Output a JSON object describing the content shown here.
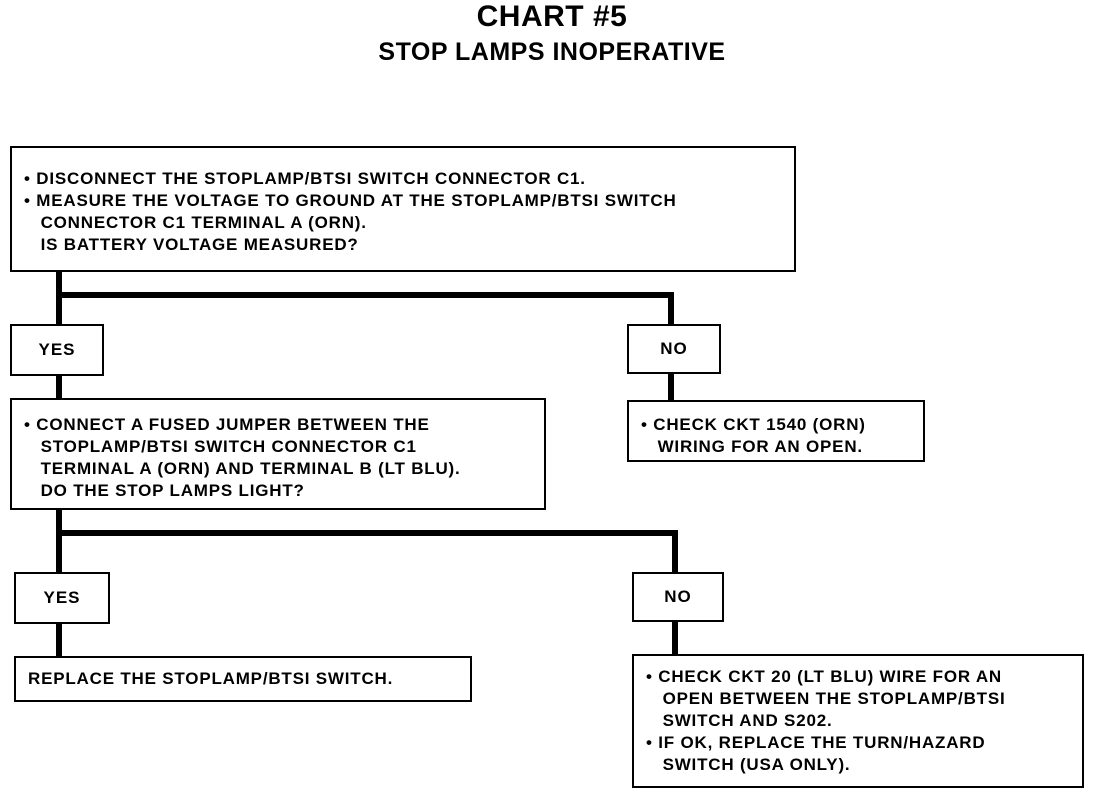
{
  "title": "CHART #5",
  "subtitle": "STOP LAMPS INOPERATIVE",
  "step1": {
    "lines": [
      "• DISCONNECT THE STOPLAMP/BTSI SWITCH CONNECTOR C1.",
      "• MEASURE THE VOLTAGE TO GROUND AT THE STOPLAMP/BTSI SWITCH",
      "   CONNECTOR C1 TERMINAL A (ORN).",
      "   IS BATTERY VOLTAGE MEASURED?"
    ]
  },
  "branch1": {
    "yes": "YES",
    "no": "NO"
  },
  "step2": {
    "lines": [
      "• CONNECT A FUSED JUMPER BETWEEN THE",
      "   STOPLAMP/BTSI SWITCH CONNECTOR C1",
      "   TERMINAL A (ORN) AND TERMINAL B (LT BLU).",
      "   DO THE STOP LAMPS LIGHT?"
    ]
  },
  "no1_action": {
    "lines": [
      "• CHECK CKT 1540 (ORN)",
      "   WIRING FOR AN OPEN."
    ]
  },
  "branch2": {
    "yes": "YES",
    "no": "NO"
  },
  "yes2_action": {
    "lines": [
      "REPLACE THE STOPLAMP/BTSI SWITCH."
    ]
  },
  "no2_action": {
    "lines": [
      "• CHECK CKT 20 (LT BLU) WIRE FOR AN",
      "   OPEN BETWEEN THE STOPLAMP/BTSI",
      "   SWITCH AND S202.",
      "• IF OK, REPLACE THE TURN/HAZARD",
      "   SWITCH (USA ONLY)."
    ]
  }
}
